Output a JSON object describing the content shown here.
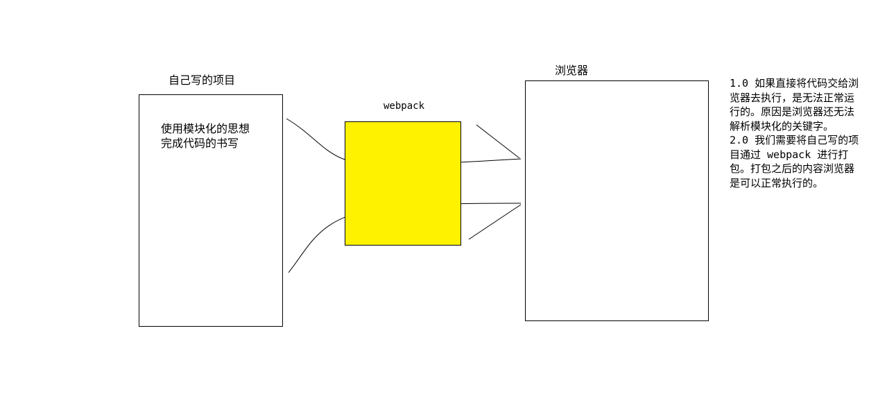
{
  "project": {
    "title": "自己写的项目",
    "desc_line1": "使用模块化的思想",
    "desc_line2": "完成代码的书写"
  },
  "webpack": {
    "title": "webpack",
    "fill_color": "#fff200"
  },
  "browser": {
    "title": "浏览器"
  },
  "notes": {
    "line1": "1.0 如果直接将代码交给浏",
    "line2": "览器去执行，是无法正常运",
    "line3": "行的。原因是浏览器还无法",
    "line4": "解析模块化的关键字。",
    "line5": "2.0 我们需要将自己写的项",
    "line6": "目通过 webpack 进行打",
    "line7": "包。打包之后的内容浏览器",
    "line8": "是可以正常执行的。"
  }
}
